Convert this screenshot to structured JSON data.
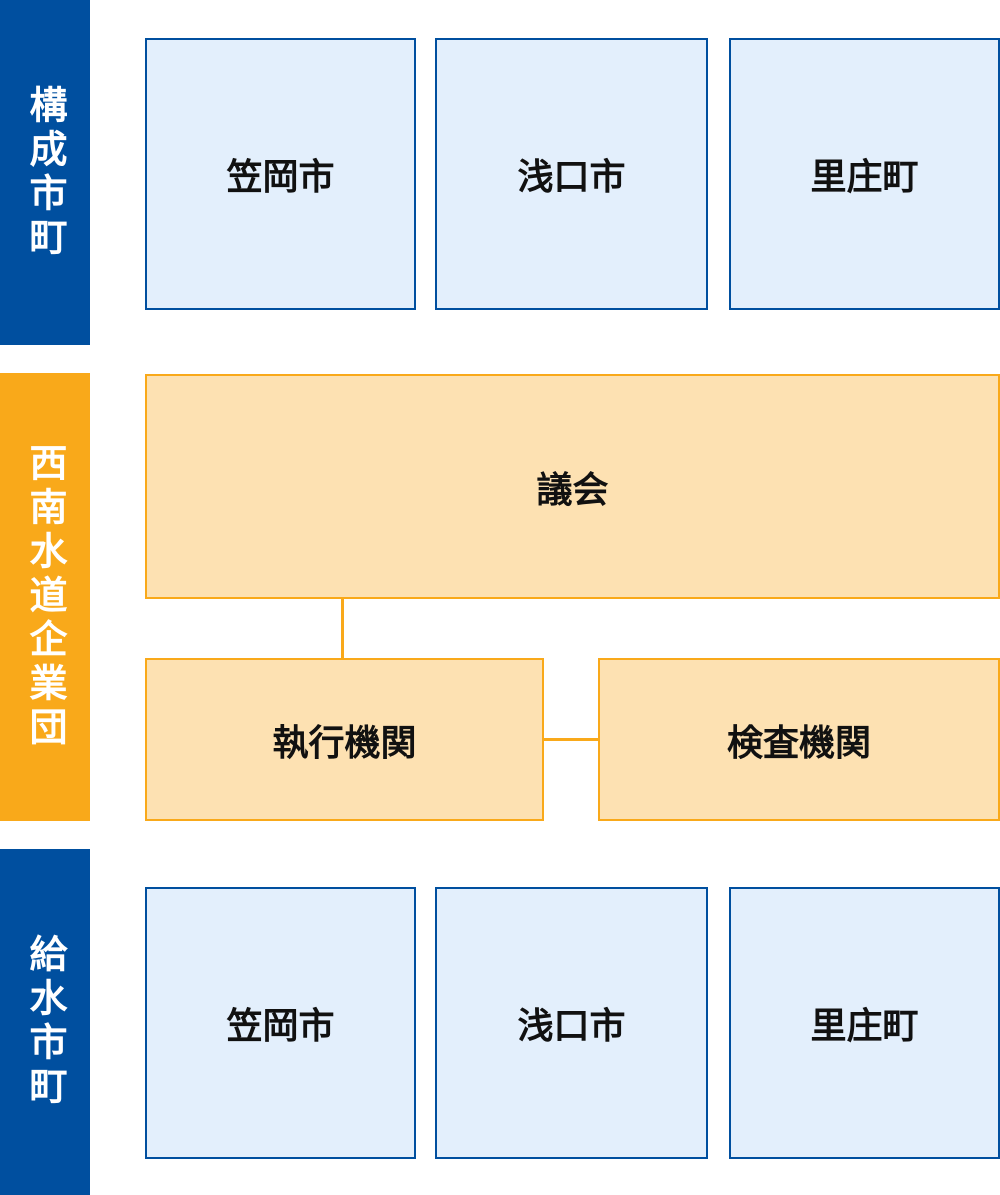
{
  "sections": {
    "member": {
      "label": "構成市町",
      "items": [
        "笠岡市",
        "浅口市",
        "里庄町"
      ]
    },
    "agency": {
      "label": "西南水道企業団",
      "assembly": "議会",
      "executive": "執行機関",
      "audit": "検査機関"
    },
    "supply": {
      "label": "給水市町",
      "items": [
        "笠岡市",
        "浅口市",
        "里庄町"
      ]
    }
  },
  "colors": {
    "blue": "#004f9f",
    "orange": "#f9a91a",
    "light_blue": "#e3effc",
    "light_orange": "#fde1b2"
  }
}
